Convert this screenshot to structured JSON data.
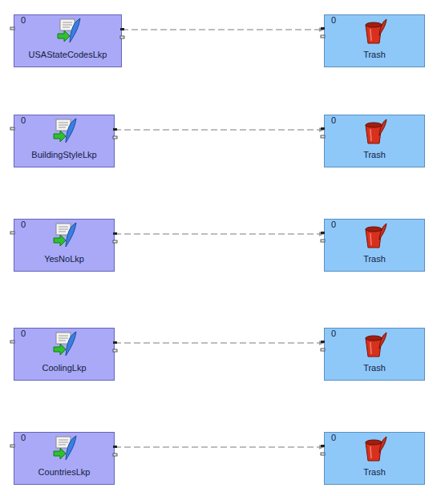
{
  "diagram": {
    "nodes": [
      {
        "text": [
          "0",
          "USAStateCodesLkp"
        ]
      },
      {
        "text": [
          "0",
          "Trash"
        ]
      },
      {
        "text": [
          "0",
          "BuildingStyleLkp"
        ]
      },
      {
        "text": [
          "0",
          "Trash"
        ]
      },
      {
        "text": [
          "0",
          "YesNoLkp"
        ]
      },
      {
        "text": [
          "0",
          "Trash"
        ]
      },
      {
        "text": [
          "0",
          "CoolingLkp"
        ]
      },
      {
        "text": [
          "0",
          "Trash"
        ]
      },
      {
        "text": [
          "0",
          "CountriesLkp"
        ]
      },
      {
        "text": [
          "0",
          "Trash"
        ]
      }
    ],
    "edges": [
      {
        "from": 0,
        "to": 1,
        "arrow": "to"
      },
      {
        "from": 2,
        "to": 3,
        "arrow": "to"
      },
      {
        "from": 4,
        "to": 5,
        "arrow": "to"
      },
      {
        "from": 6,
        "to": 7,
        "arrow": "to"
      },
      {
        "from": 8,
        "to": 9,
        "arrow": "to"
      }
    ]
  }
}
